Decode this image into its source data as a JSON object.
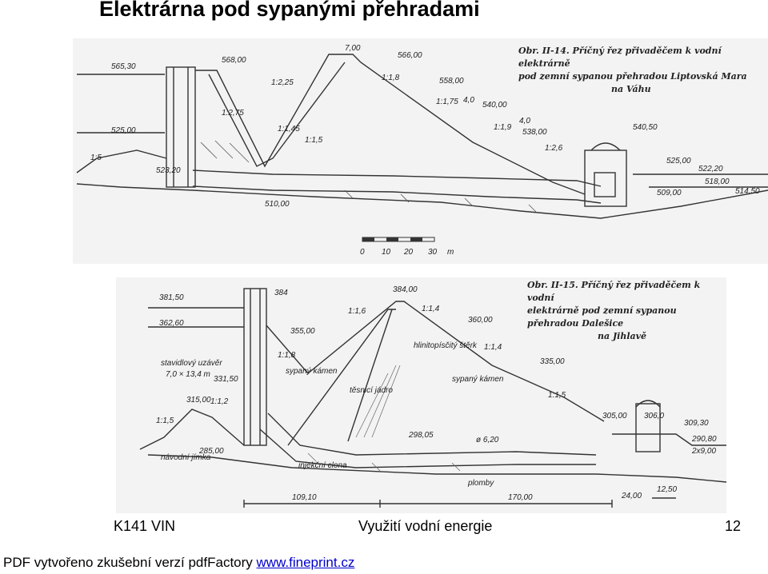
{
  "slide": {
    "title": "Elektrárna pod sypanými přehradami",
    "footer_left": "K141 VIN",
    "footer_center": "Využití vodní energie",
    "page_number": "12"
  },
  "pdf_note": {
    "text": "PDF vytvořeno zkušební verzí pdfFactory ",
    "link": "www.fineprint.cz"
  },
  "figure_top": {
    "caption": [
      "Obr. II-14. Příčný řez přivaděčem k vodní elektrárně",
      "pod zemní sypanou přehradou Liptovská Mara",
      "na Váhu"
    ],
    "levels": [
      "565,30",
      "568,00",
      "7,00",
      "566,00",
      "558,00",
      "540,00",
      "538,00",
      "540,50",
      "525,00",
      "523,20",
      "525,00",
      "522,20",
      "518,00",
      "514,50",
      "509,00",
      "510,00",
      "4,0",
      "4,0"
    ],
    "slopes": [
      "1:2,25",
      "1:2,75",
      "1:1,45",
      "1:1,5",
      "1:1,8",
      "1:1,75",
      "1:1,9",
      "1:2,6",
      "1:5"
    ],
    "scale_ticks": [
      "0",
      "10",
      "20",
      "30",
      "m"
    ]
  },
  "figure_bottom": {
    "caption": [
      "Obr. II-15. Příčný řez přivaděčem k vodní",
      "elektrárně pod zemní sypanou přehradou Dalešice",
      "na Jihlavě"
    ],
    "levels": [
      "381,50",
      "384",
      "384,00",
      "362,60",
      "355,00",
      "360,00",
      "335,00",
      "331,50",
      "315,00",
      "285,00",
      "298,05",
      "306,0",
      "309,30",
      "305,00",
      "290,80",
      "2x9,00"
    ],
    "labels": [
      "stavidlový uzávěr",
      "7,0 × 13,4 m",
      "sypaný kámen",
      "těsnicí jádro",
      "hlinitopísčitý štěrk",
      "sypaný kámen",
      "návodní jímka",
      "injekční clona",
      "plomby",
      "ø 6,20"
    ],
    "slopes": [
      "1:1,6",
      "1:1,4",
      "1:1,8",
      "1:1,4",
      "1:1,5",
      "1:1,2",
      "1:1,5"
    ],
    "dimensions": [
      "109,10",
      "170,00",
      "24,00",
      "12,50"
    ]
  }
}
